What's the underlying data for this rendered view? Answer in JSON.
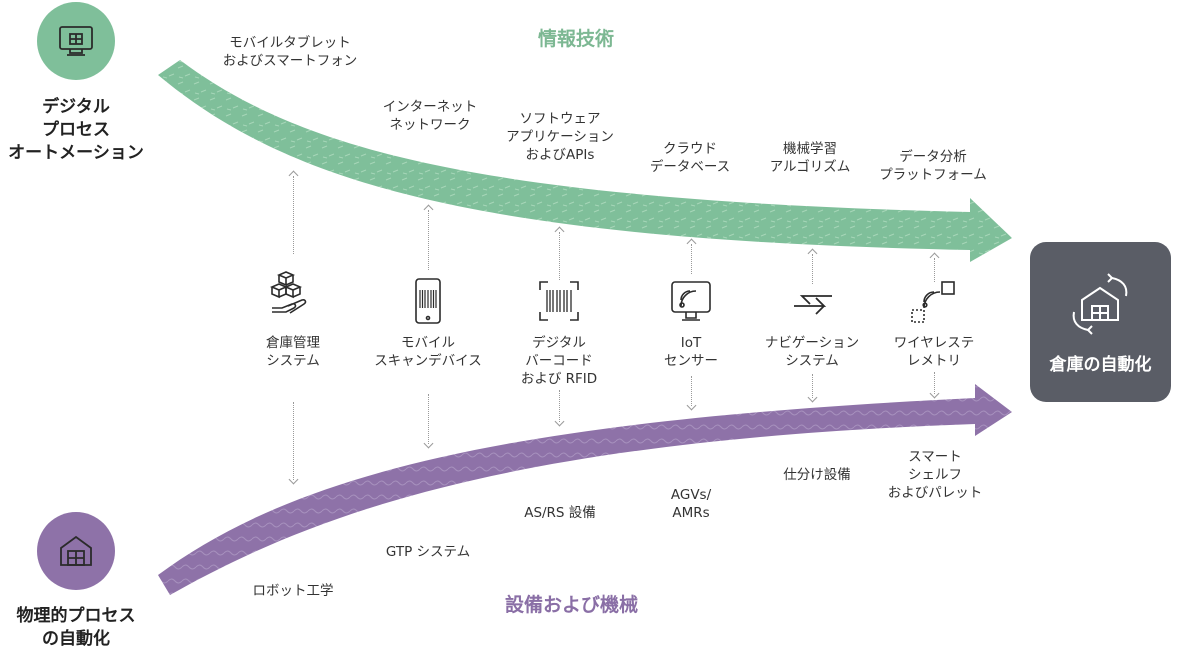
{
  "headings": {
    "it": "情報技術",
    "equipment": "設備および機械"
  },
  "sides": {
    "digital": "デジタル\nプロセス\nオートメーション",
    "physical": "物理的プロセス\nの自動化",
    "warehouse_automation": "倉庫の自動化"
  },
  "it_items": [
    "モバイルタブレット\nおよびスマートフォン",
    "インターネット\nネットワーク",
    "ソフトウェア\nアプリケーション\nおよびAPIs",
    "クラウド\nデータベース",
    "機械学習\nアルゴリズム",
    "データ分析\nプラットフォーム"
  ],
  "middle_items": [
    "倉庫管理\nシステム",
    "モバイル\nスキャンデバイス",
    "デジタル\nバーコード\nおよび RFID",
    "IoT\nセンサー",
    "ナビゲーション\nシステム",
    "ワイヤレステ\nレメトリ"
  ],
  "equipment_items": [
    "ロボット工学",
    "GTP システム",
    "AS/RS 設備",
    "AGVs/\nAMRs",
    "仕分け設備",
    "スマート\nシェルフ\nおよびパレット"
  ],
  "icons": {
    "digital": "monitor-warehouse-icon",
    "physical": "warehouse-icon",
    "automation": "warehouse-cycle-icon",
    "wms": "boxes-hand-icon",
    "scanner": "phone-barcode-icon",
    "barcode": "barcode-scan-icon",
    "iot": "wifi-monitor-icon",
    "navigation": "two-way-arrows-icon",
    "telemetry": "wireless-signal-icon"
  },
  "colors": {
    "green": "#7fbf9a",
    "green_text": "#7db893",
    "purple": "#8e72a8",
    "purple_text": "#8a6fa6",
    "dark_box": "#5a5d66"
  }
}
